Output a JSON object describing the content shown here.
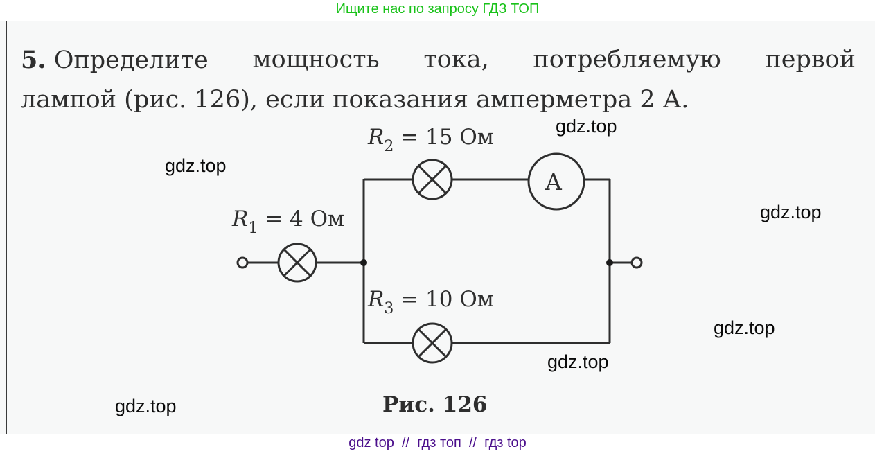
{
  "banner": {
    "text": "Ищите нас по запросу ГДЗ ТОП",
    "color": "#19c219"
  },
  "problem": {
    "number": "5.",
    "line1_words": [
      "Определите",
      "мощность",
      "тока,",
      "потребляемую",
      "первой"
    ],
    "line2": "лампой (рис. 126), если показания амперметра 2 А."
  },
  "circuit": {
    "r1": {
      "symbol": "R",
      "index": "1",
      "value": "= 4 Ом"
    },
    "r2": {
      "symbol": "R",
      "index": "2",
      "value": "= 15 Ом"
    },
    "r3": {
      "symbol": "R",
      "index": "3",
      "value": "= 10 Ом"
    },
    "ammeter_label": "A",
    "caption": "Рис. 126"
  },
  "watermarks": [
    "gdz.top",
    "gdz.top",
    "gdz.top",
    "gdz.top",
    "gdz.top",
    "gdz.top"
  ],
  "footer": {
    "text": "gdz top  //  гдз топ  //  гдз top",
    "color": "#4b0f8c"
  }
}
